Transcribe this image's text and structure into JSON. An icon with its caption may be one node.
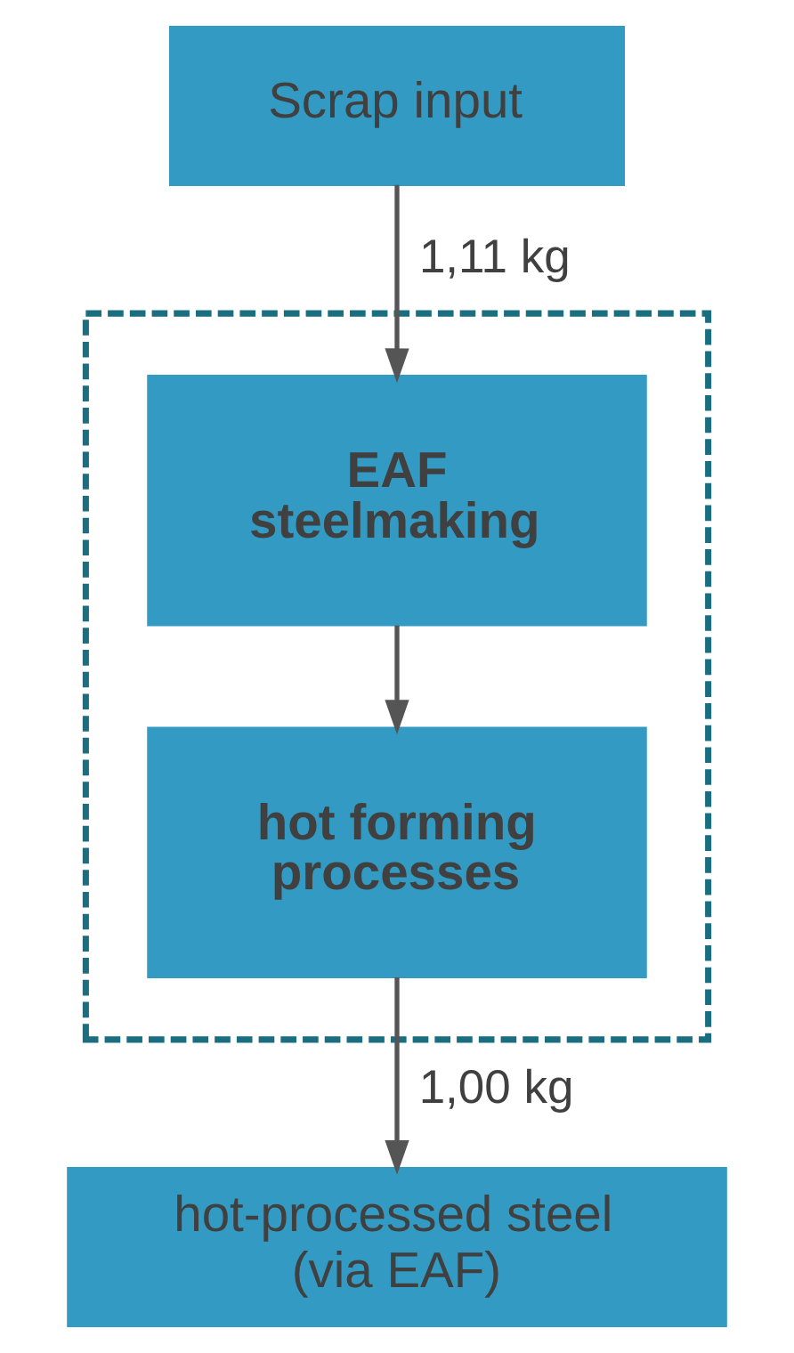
{
  "diagram": {
    "nodes": [
      {
        "text": [
          "Scrap input"
        ]
      },
      {
        "text": [],
        "shape": "box"
      },
      {
        "text": [
          "EAF steelmaking"
        ],
        "in": 1
      },
      {
        "text": [
          "hot forming processes"
        ],
        "in": 1
      },
      {
        "text": [
          "hot-processed steel (via EAF)"
        ]
      }
    ],
    "edges": [
      {
        "from": 0,
        "to": 2,
        "arrow": "to",
        "label": "1,11 kg"
      },
      {
        "from": 2,
        "to": 3,
        "arrow": "to"
      },
      {
        "from": 3,
        "to": 4,
        "arrow": "to",
        "label": "1,00 kg"
      }
    ]
  }
}
